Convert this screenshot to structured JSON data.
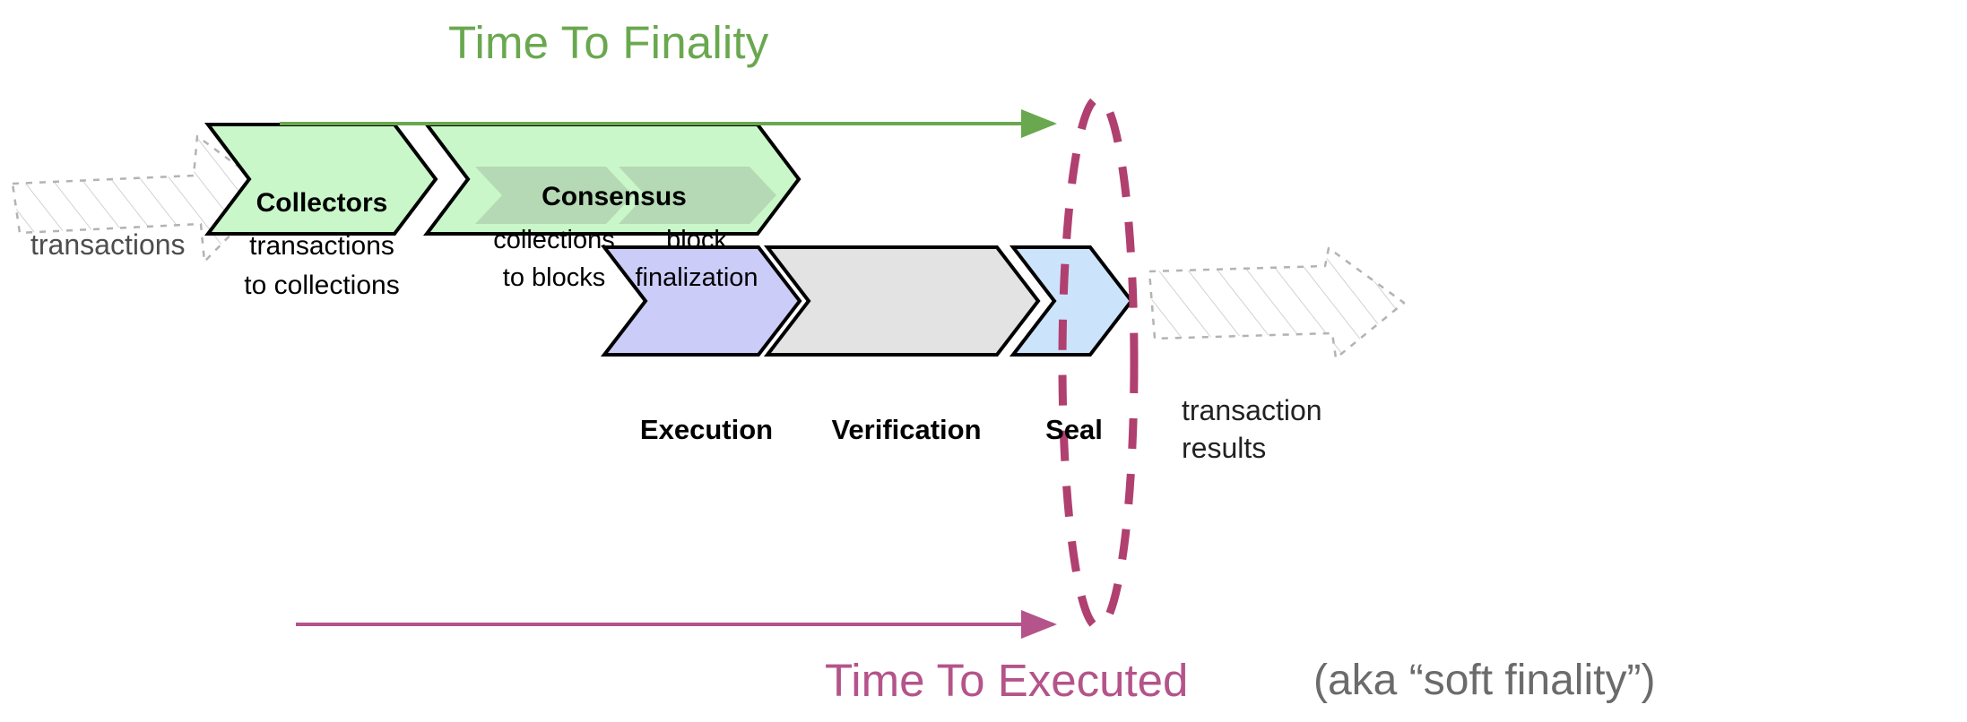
{
  "diagram": {
    "title_top": "Time To Finality",
    "title_bottom_main": "Time To Executed",
    "title_bottom_sub": "(aka “soft finality”)",
    "input_arrow_label": "transactions",
    "output_arrow_label_line1": "transaction",
    "output_arrow_label_line2": "results",
    "stages": [
      {
        "id": "collectors",
        "title": "Collectors",
        "sub_line1": "transactions",
        "sub_line2": "to collections",
        "fill": "#c9f7c9",
        "stroke": "#000000",
        "row": "top"
      },
      {
        "id": "consensus",
        "title": "Consensus",
        "fill": "#c9f7c9",
        "stroke": "#000000",
        "row": "top",
        "substages": [
          {
            "id": "collections-to-blocks",
            "line1": "collections",
            "line2": "to blocks",
            "fill": "#b4d9b4"
          },
          {
            "id": "block-finalization",
            "line1": "block",
            "line2": "finalization",
            "fill": "#b4d9b4"
          }
        ]
      },
      {
        "id": "execution",
        "title": "Execution",
        "fill": "#ccccf9",
        "stroke": "#000000",
        "row": "bottom"
      },
      {
        "id": "verification",
        "title": "Verification",
        "fill": "#e3e3e3",
        "stroke": "#000000",
        "row": "bottom"
      },
      {
        "id": "seal",
        "title": "Seal",
        "fill": "#cbe4fb",
        "stroke": "#000000",
        "row": "bottom"
      }
    ],
    "annotations": {
      "finality_arrow_color": "#6aa84f",
      "executed_arrow_color": "#b4548a",
      "ellipse_color": "#b0406f",
      "sketch_outline_color": "#b3b3b3",
      "sketch_text_color": "#4d4d4d",
      "soft_finality_text_color": "#666666"
    }
  }
}
